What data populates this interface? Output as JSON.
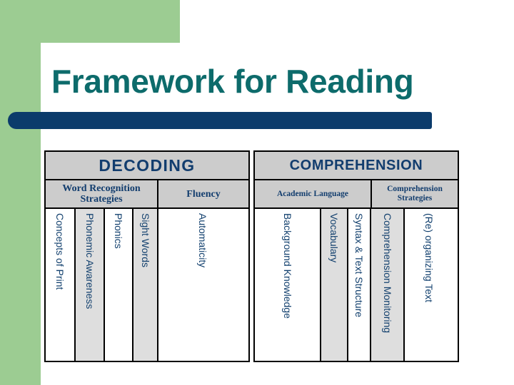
{
  "slide": {
    "title": "Framework for Reading",
    "title_color": "#0d6b6b",
    "accent_bar_color": "#0b3b6b",
    "background_shape_color": "#9ccc92"
  },
  "tables": [
    {
      "id": "decoding",
      "title": "DECODING",
      "subheaders": [
        "Word Recognition Strategies",
        "Fluency"
      ],
      "columns": [
        {
          "label": "Concepts of Print",
          "shaded": false,
          "centered": false
        },
        {
          "label": "Phonemic Awareness",
          "shaded": true,
          "centered": false
        },
        {
          "label": "Phonics",
          "shaded": false,
          "centered": false
        },
        {
          "label": "Sight Words",
          "shaded": true,
          "centered": false
        },
        {
          "label": "Automaticity",
          "shaded": false,
          "centered": true
        }
      ]
    },
    {
      "id": "comprehension",
      "title": "COMPREHENSION",
      "subheaders": [
        "Academic Language",
        "Comprehension Strategies"
      ],
      "columns": [
        {
          "label": "Background Knowledge",
          "shaded": false,
          "centered": true
        },
        {
          "label": "Vocabulary",
          "shaded": true,
          "centered": false
        },
        {
          "label": "Syntax & Text Structure",
          "shaded": false,
          "centered": false
        },
        {
          "label": "Comprehension Monitoring",
          "shaded": true,
          "centered": false
        },
        {
          "label": "(Re) organizing Text",
          "shaded": false,
          "centered": true
        }
      ]
    }
  ]
}
